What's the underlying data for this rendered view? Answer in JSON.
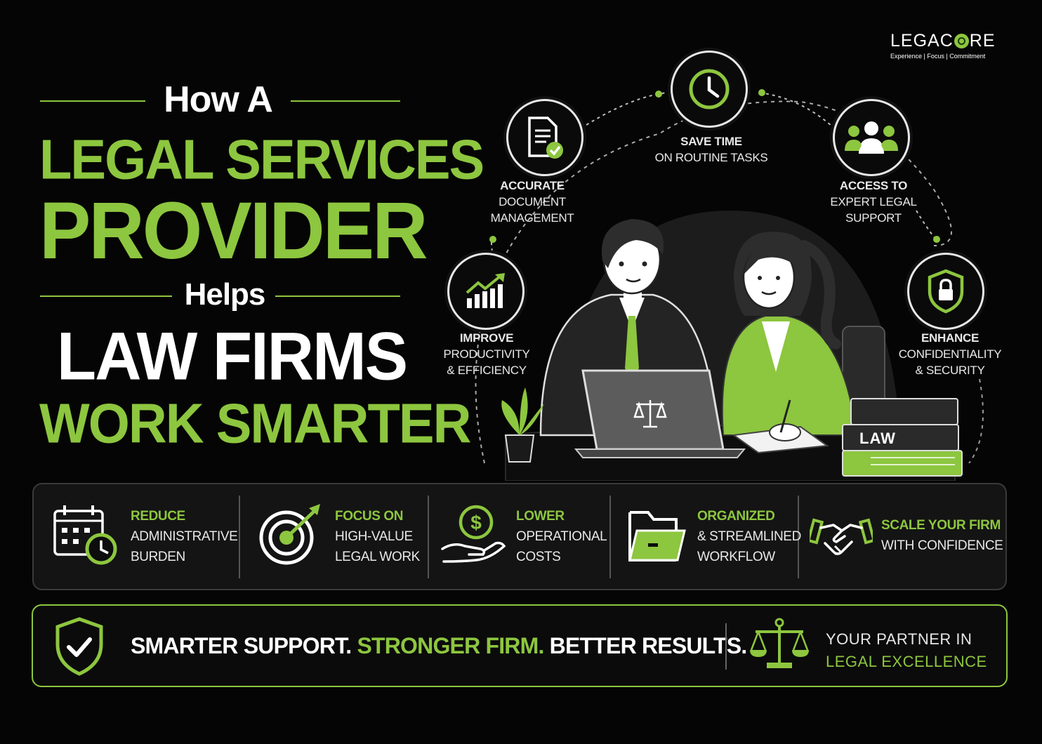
{
  "logo": {
    "name_part1": "LEGAC",
    "name_part2": "RE",
    "tagline": "Experience | Focus | Commitment"
  },
  "title": {
    "line1": "How A",
    "line2": "LEGAL SERVICES",
    "line3": "PROVIDER",
    "line4": "Helps",
    "line5": "LAW FIRMS",
    "line6": "WORK SMARTER"
  },
  "features": [
    {
      "label": "IMPROVE",
      "sub": "PRODUCTIVITY\n& EFFICIENCY",
      "icon": "growth-chart-icon"
    },
    {
      "label": "ACCURATE",
      "sub": "DOCUMENT\nMANAGEMENT",
      "icon": "document-check-icon"
    },
    {
      "label": "SAVE TIME",
      "sub": "ON ROUTINE TASKS",
      "icon": "clock-icon"
    },
    {
      "label": "ACCESS TO",
      "sub": "EXPERT LEGAL\nSUPPORT",
      "icon": "team-icon"
    },
    {
      "label": "ENHANCE",
      "sub": "CONFIDENTIALITY\n& SECURITY",
      "icon": "shield-lock-icon"
    }
  ],
  "illustration": {
    "book_label": "LAW"
  },
  "benefits": [
    {
      "title": "REDUCE",
      "line2": "ADMINISTRATIVE",
      "line3": "BURDEN",
      "icon": "calendar-clock-icon"
    },
    {
      "title": "FOCUS ON",
      "line2": "HIGH-VALUE",
      "line3": "LEGAL WORK",
      "icon": "target-arrow-icon"
    },
    {
      "title": "LOWER",
      "line2": "OPERATIONAL",
      "line3": "COSTS",
      "icon": "hand-coin-icon"
    },
    {
      "title": "ORGANIZED",
      "line2": "& STREAMLINED",
      "line3": "WORKFLOW",
      "icon": "folder-icon"
    },
    {
      "title": "SCALE YOUR FIRM",
      "line2": "WITH CONFIDENCE",
      "line3": "",
      "icon": "handshake-icon"
    }
  ],
  "footer": {
    "tag1": "SMARTER SUPPORT.",
    "tag2": "STRONGER FIRM.",
    "tag3": "BETTER RESULTS.",
    "partner1": "YOUR PARTNER IN",
    "partner2": "LEGAL EXCELLENCE"
  },
  "colors": {
    "accent": "#8dc63f",
    "background": "#050505",
    "text": "#ffffff"
  }
}
